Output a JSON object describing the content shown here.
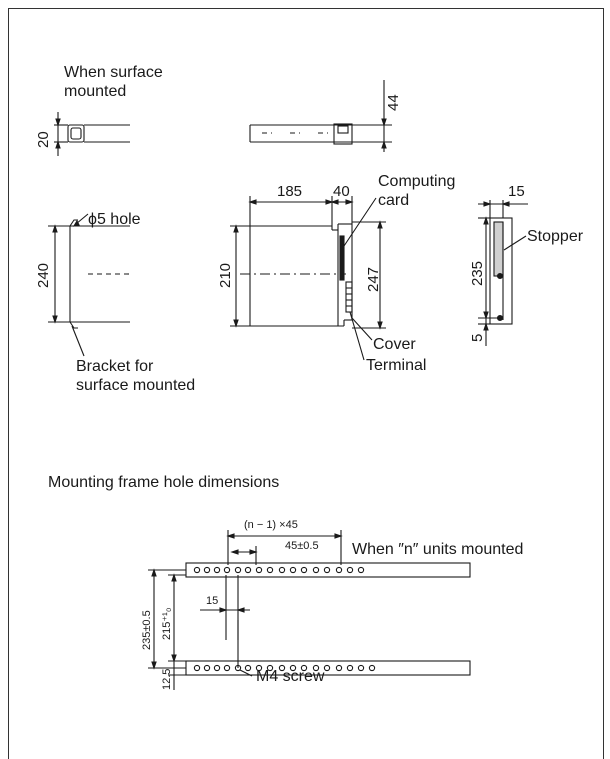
{
  "sections": {
    "surface_title_line1": "When surface",
    "surface_title_line2": "mounted",
    "frame_title": "Mounting frame hole dimensions"
  },
  "callouts": {
    "hole": "ϕ5 hole",
    "bracket_line1": "Bracket for",
    "bracket_line2": "surface mounted",
    "computing_line1": "Computing",
    "computing_line2": "card",
    "stopper": "Stopper",
    "cover": "Cover",
    "terminal": "Terminal",
    "units": "When ″n″ units mounted",
    "screw": "M4 screw"
  },
  "dimensions": {
    "d20": "20",
    "d44": "44",
    "d240": "240",
    "d185": "185",
    "d40": "40",
    "d210": "210",
    "d247": "247",
    "d15_top": "15",
    "d235": "235",
    "d5": "5",
    "d_n45": "(n − 1) ×45",
    "d_45tol": "45±0.5",
    "d15_frame": "15",
    "d235tol": "235±0.5",
    "d215": "215⁺¹₀",
    "d12_5": "12.5"
  }
}
